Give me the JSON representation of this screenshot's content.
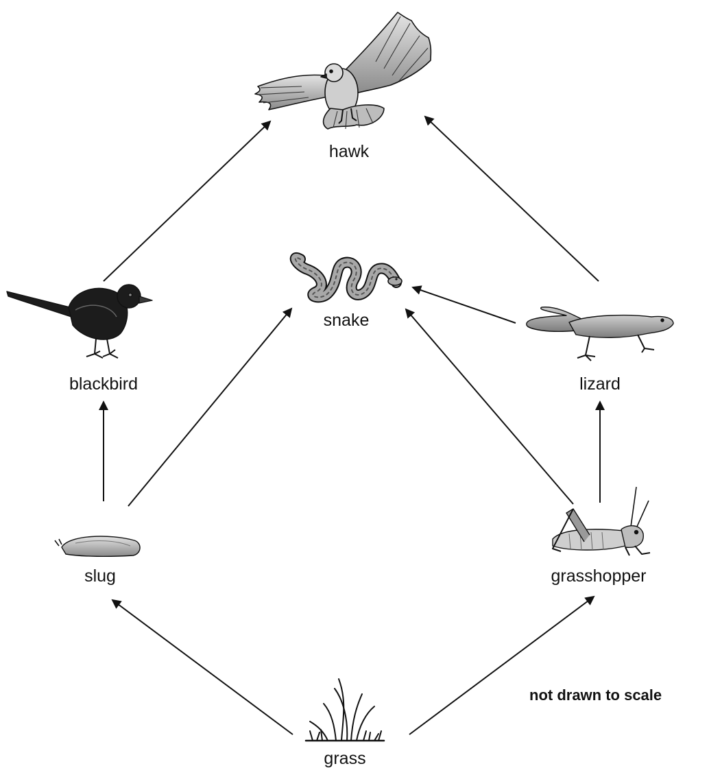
{
  "organisms": {
    "hawk": "hawk",
    "snake": "snake",
    "blackbird": "blackbird",
    "lizard": "lizard",
    "slug": "slug",
    "grasshopper": "grasshopper",
    "grass": "grass"
  },
  "note": "not drawn to scale",
  "feeding_links": [
    {
      "from": "grass",
      "to": "slug"
    },
    {
      "from": "grass",
      "to": "grasshopper"
    },
    {
      "from": "slug",
      "to": "blackbird"
    },
    {
      "from": "slug",
      "to": "snake"
    },
    {
      "from": "grasshopper",
      "to": "snake"
    },
    {
      "from": "grasshopper",
      "to": "lizard"
    },
    {
      "from": "lizard",
      "to": "snake"
    },
    {
      "from": "blackbird",
      "to": "hawk"
    },
    {
      "from": "lizard",
      "to": "hawk"
    }
  ],
  "colors": {
    "ink": "#111111",
    "body_grey": "#9a9a9a",
    "dark": "#1c1c1c"
  }
}
